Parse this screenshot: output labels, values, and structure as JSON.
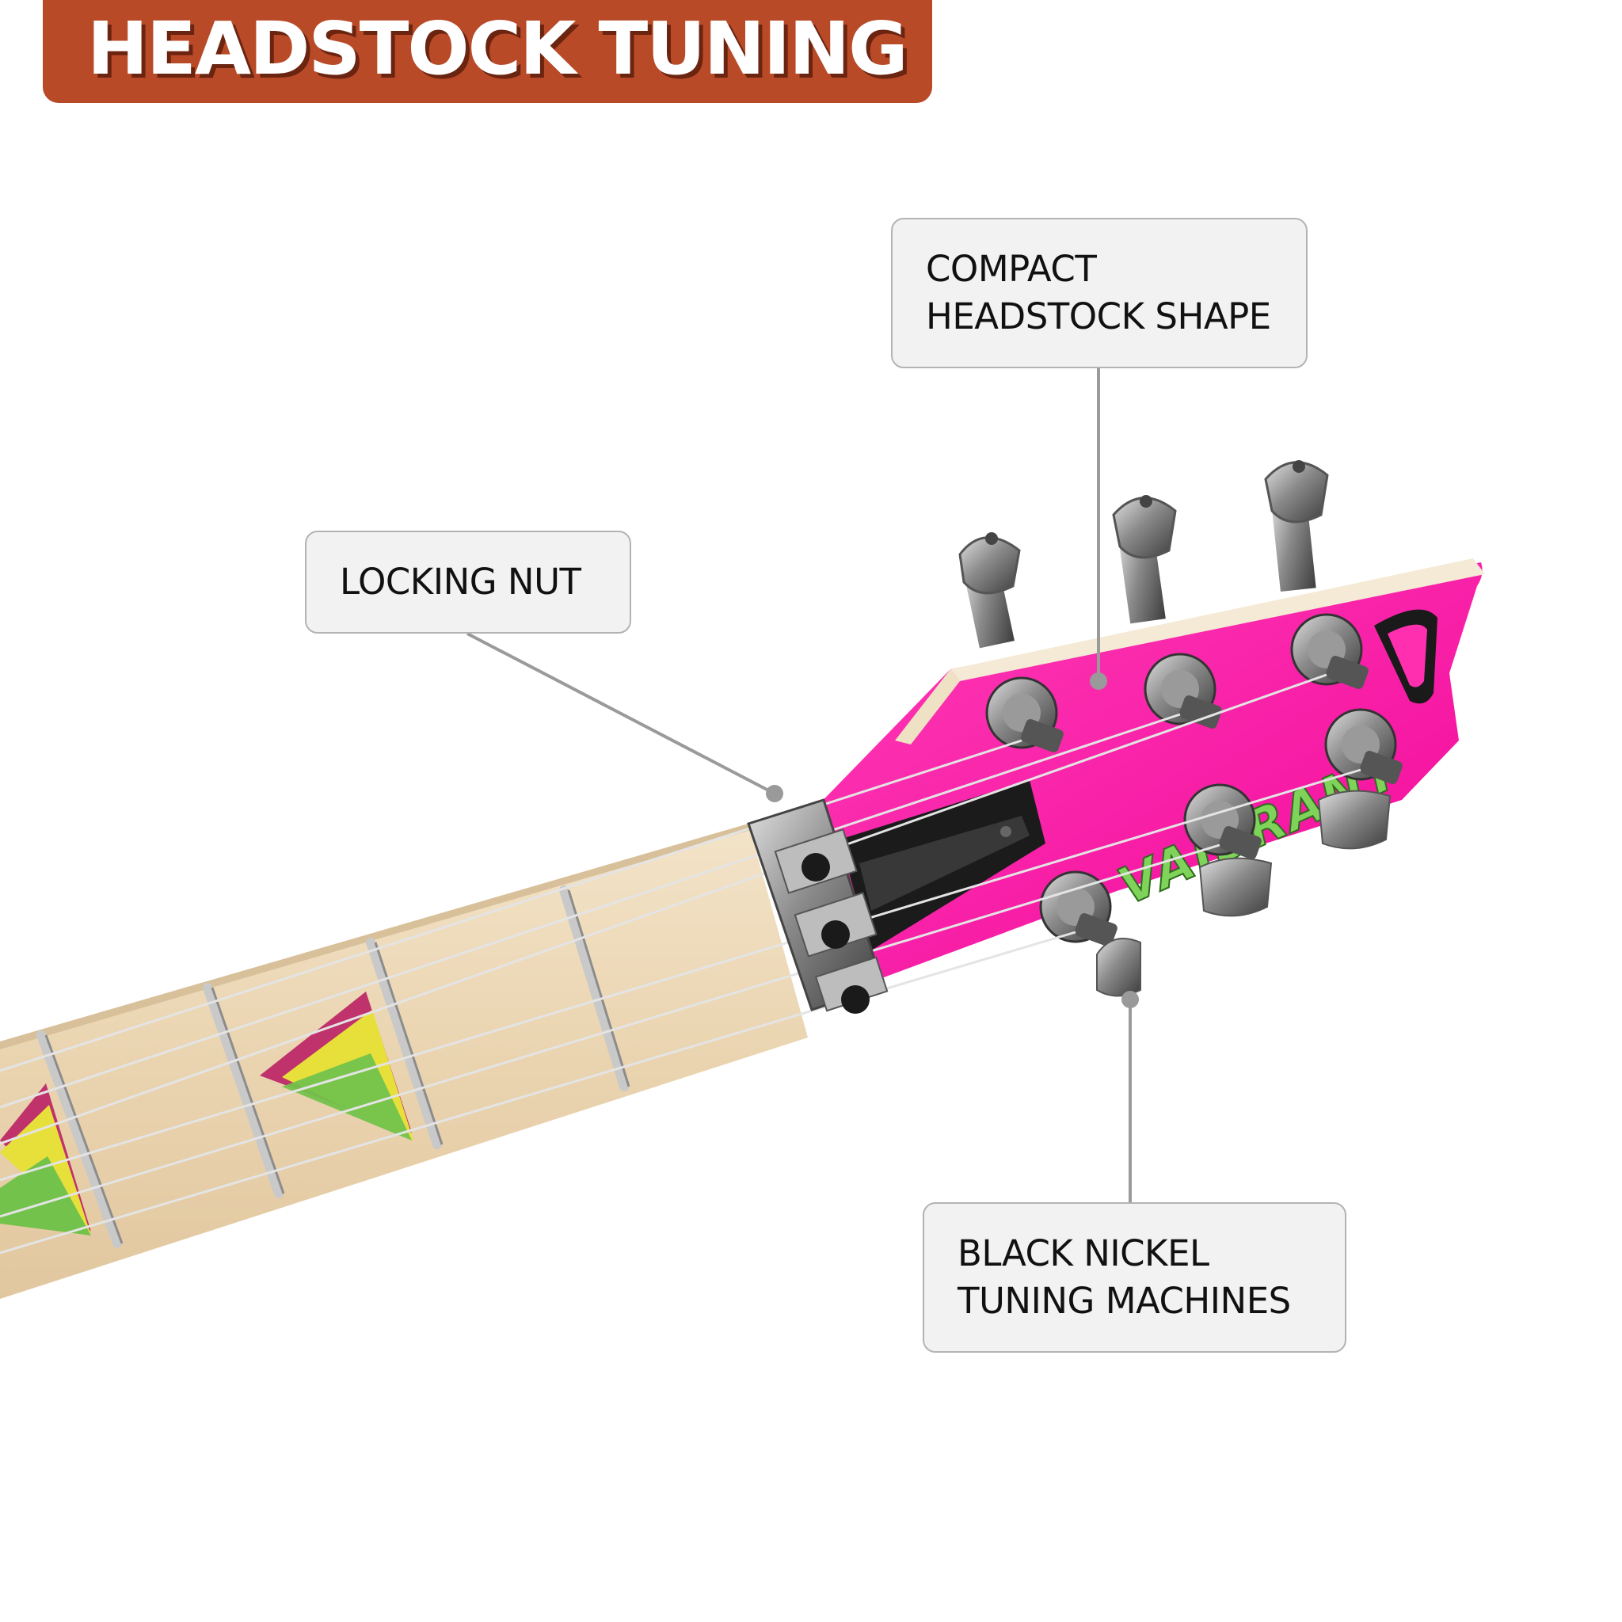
{
  "title": "HEADSTOCK TUNING",
  "brand_logo": "VAIBRANT",
  "callouts": {
    "headstock": {
      "line1": "COMPACT",
      "line2": "HEADSTOCK SHAPE"
    },
    "nut": {
      "line1": "LOCKING NUT"
    },
    "tuners": {
      "line1": "BLACK NICKEL",
      "line2": "TUNING MACHINES"
    }
  },
  "colors": {
    "banner": "#b84a27",
    "callout_bg": "#f2f2f2",
    "headstock_pink": "#ff0fa6",
    "logo_green": "#7fd35a",
    "leader_line": "#9a9a9a"
  },
  "icons": [
    "guitar-photo",
    "vaibrant-logo",
    "tuning-peg-icon",
    "locking-nut-icon",
    "brand-emblem-icon"
  ]
}
